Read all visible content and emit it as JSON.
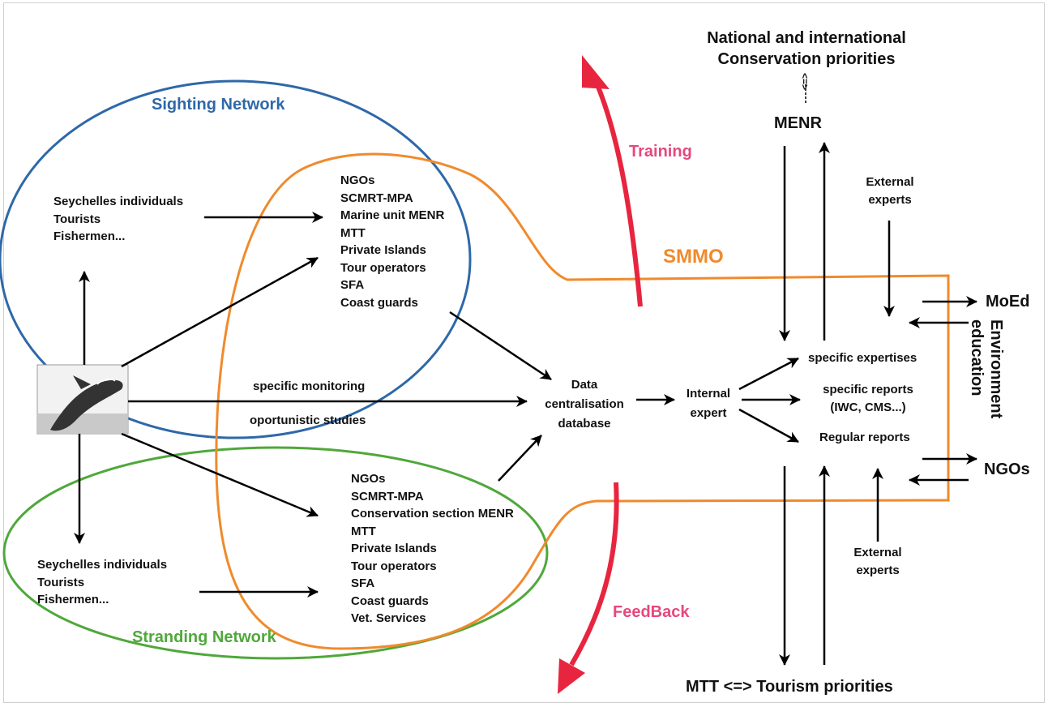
{
  "diagram": {
    "sighting_network_label": "Sighting Network",
    "stranding_network_label": "Stranding Network",
    "smmo_label": "SMMO",
    "training_label": "Training",
    "feedback_label": "FeedBack",
    "sighting_public": [
      "Seychelles individuals",
      "Tourists",
      "Fishermen..."
    ],
    "stranding_public": [
      "Seychelles individuals",
      "Tourists",
      "Fishermen..."
    ],
    "sighting_partners": [
      "NGOs",
      "SCMRT-MPA",
      "Marine unit MENR",
      "MTT",
      "Private Islands",
      "Tour operators",
      "SFA",
      "Coast guards"
    ],
    "stranding_partners": [
      "NGOs",
      "SCMRT-MPA",
      "Conservation section MENR",
      "MTT",
      "Private Islands",
      "Tour operators",
      "SFA",
      "Coast guards",
      "Vet. Services"
    ],
    "specific_monitoring": "specific monitoring",
    "oportunistic_studies": "oportunistic studies",
    "database": [
      "Data",
      "centralisation",
      "database"
    ],
    "internal_expert": [
      "Internal",
      "expert"
    ],
    "outputs": [
      "specific expertises",
      "specific reports",
      "(IWC, CMS...)",
      "Regular reports"
    ],
    "external_experts_top": [
      "External",
      "experts"
    ],
    "external_experts_bottom": [
      "External",
      "experts"
    ],
    "national_priorities": [
      "National and international",
      "Conservation priorities"
    ],
    "equivalence_symbol": "<=>",
    "menr": "MENR",
    "moed": "MoEd",
    "ngos_right": "NGOs",
    "environment_education": [
      "Environment",
      "education"
    ],
    "tourism_priorities": "MTT <=> Tourism priorities",
    "colors": {
      "sighting": "#2e68a8",
      "stranding": "#4fa83b",
      "smmo": "#f08a2c",
      "training_feedback": "#e6487e",
      "arrow_red": "#e8253f"
    },
    "icons": [
      "whale-photo-icon"
    ]
  }
}
